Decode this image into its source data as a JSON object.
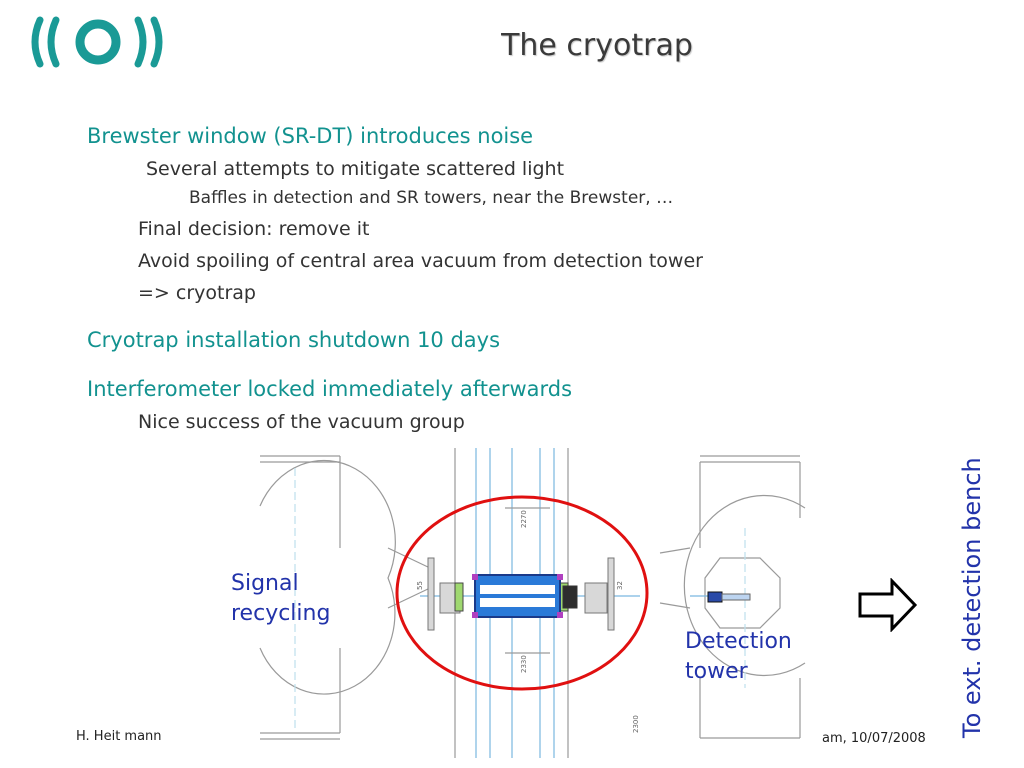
{
  "slide": {
    "title": "The cryotrap",
    "bullets": [
      {
        "text": "Brewster window (SR-DT) introduces noise",
        "level": 1
      },
      {
        "text": "Several attempts to mitigate scattered light",
        "level": 2
      },
      {
        "text": "Baffles in detection and SR towers, near the Brewster, …",
        "level": 3
      },
      {
        "text": "Final decision: remove it",
        "level": 2
      },
      {
        "text": "Avoid spoiling of central area vacuum from detection tower",
        "level": 2
      },
      {
        "text": "=> cryotrap",
        "level": 2
      },
      {
        "text": "Cryotrap installation shutdown 10 days",
        "level": 1
      },
      {
        "text": "Interferometer locked immediately afterwards",
        "level": 1
      },
      {
        "text": "Nice success of the vacuum group",
        "level": 2
      }
    ],
    "diagram": {
      "signal_label_1": "Signal",
      "signal_label_2": "recycling",
      "detection_label_1": "Detection",
      "detection_label_2": "tower",
      "vertical_label": "To ext. detection bench",
      "dim_labels": [
        "2270",
        "2330",
        "2300",
        "55",
        "32"
      ]
    },
    "footer": {
      "left": "H. Heit   mann",
      "right": "am, 10/07/2008"
    },
    "colors": {
      "accent": "#12928f",
      "label": "#2233aa",
      "highlight_ellipse": "#e01010",
      "beam": "#7ab8e0"
    }
  }
}
